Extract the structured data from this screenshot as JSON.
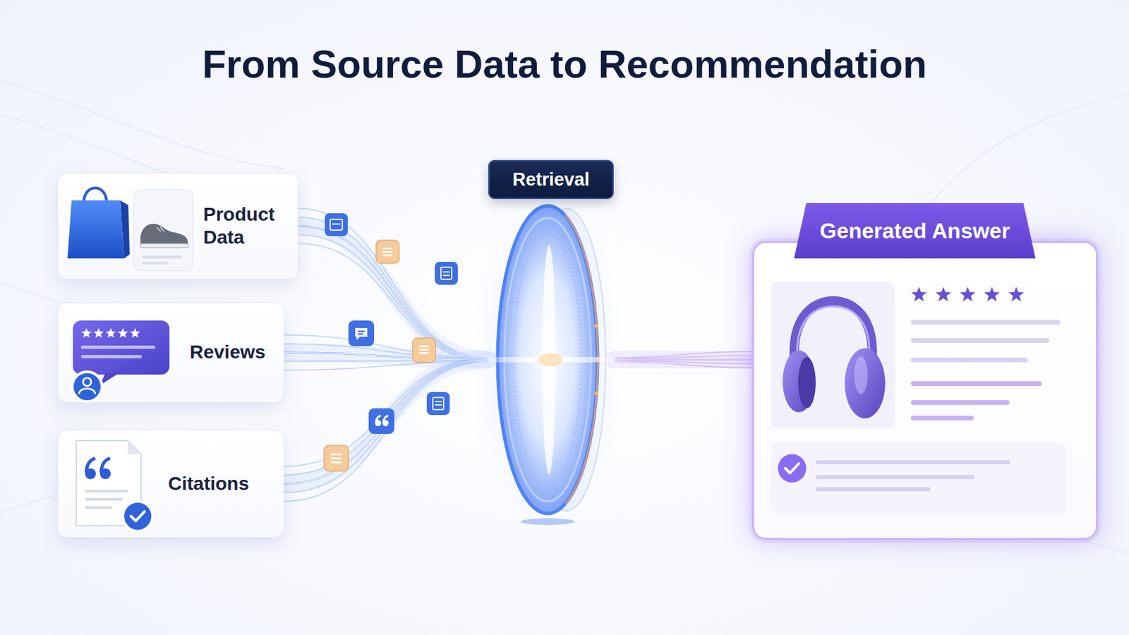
{
  "diagram": {
    "title": "From Source Data to Recommendation",
    "nodes": [
      {
        "text": [
          "Product Data"
        ]
      },
      {
        "text": [
          "Reviews"
        ]
      },
      {
        "text": [
          "Citations"
        ]
      },
      {
        "text": [
          "Retrieval"
        ]
      },
      {
        "text": [
          "Generated Answer"
        ]
      }
    ],
    "edges": [
      {
        "from": 0,
        "to": 3,
        "arrow": "none"
      },
      {
        "from": 1,
        "to": 3,
        "arrow": "none"
      },
      {
        "from": 2,
        "to": 3,
        "arrow": "none"
      },
      {
        "from": 3,
        "to": 4,
        "arrow": "none"
      }
    ]
  }
}
